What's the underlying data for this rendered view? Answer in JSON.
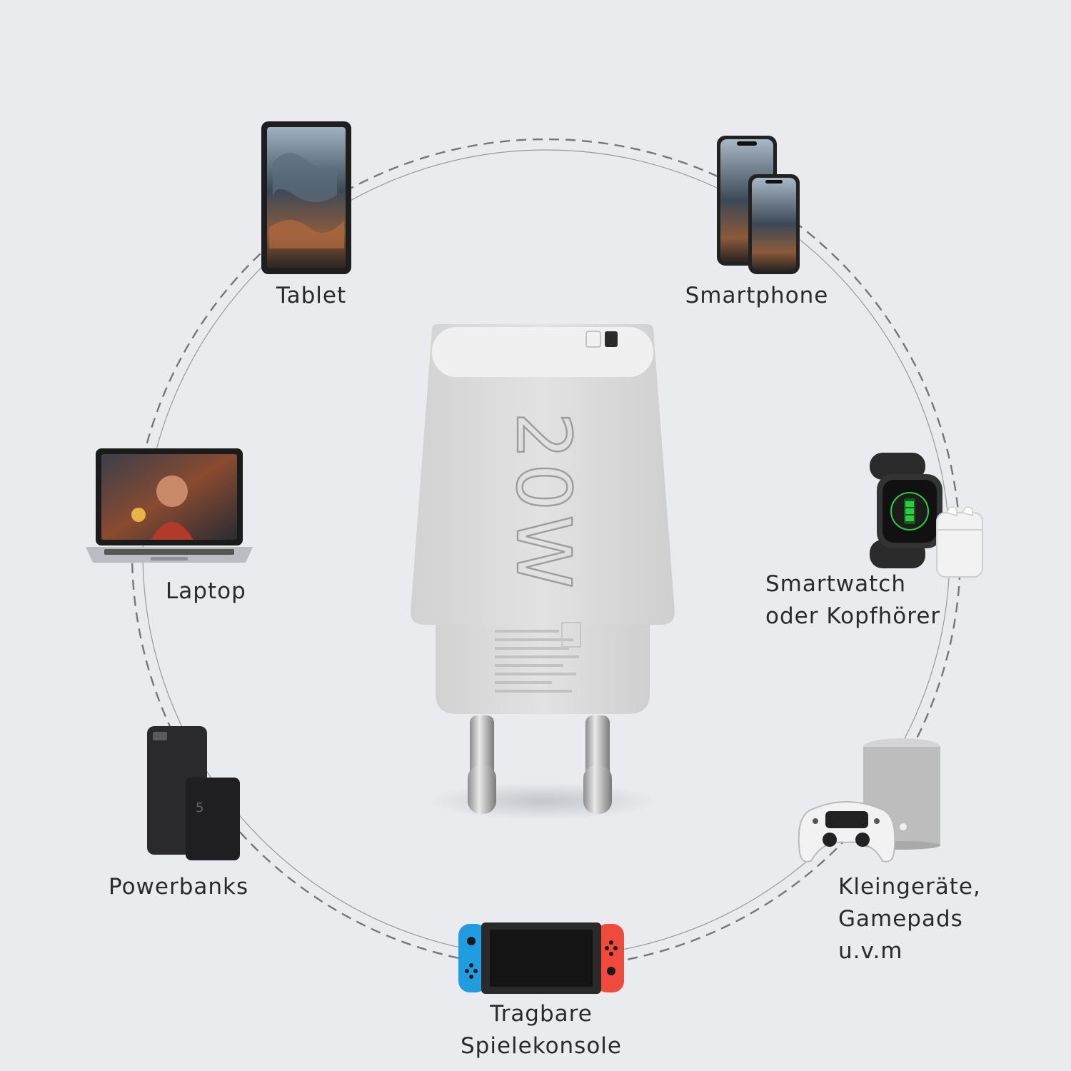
{
  "labels": {
    "tablet": "Tablet",
    "smartphone": "Smartphone",
    "laptop": "Laptop",
    "smartwatch_line1": "Smartwatch",
    "smartwatch_line2": "oder Kopfhörer",
    "powerbanks": "Powerbanks",
    "small_devices_line1": "Kleingeräte,",
    "small_devices_line2": "Gamepads",
    "small_devices_line3": "u.v.m",
    "console_line1": "Tragbare",
    "console_line2": "Spielekonsole"
  },
  "charger": {
    "wattage": "20W"
  },
  "colors": {
    "background": "#e9ebee",
    "ring": "#6f6f6f",
    "charger_body": "#dcdcdc",
    "joycon_left": "#1f9de0",
    "joycon_right": "#ef4a3c",
    "watch_led": "#2ecc40"
  },
  "icons": [
    "tablet-icon",
    "smartphone-icon",
    "laptop-icon",
    "smartwatch-icon",
    "earbuds-icon",
    "powerbank-icon",
    "speaker-icon",
    "gamepad-icon",
    "console-icon",
    "charger-icon"
  ]
}
